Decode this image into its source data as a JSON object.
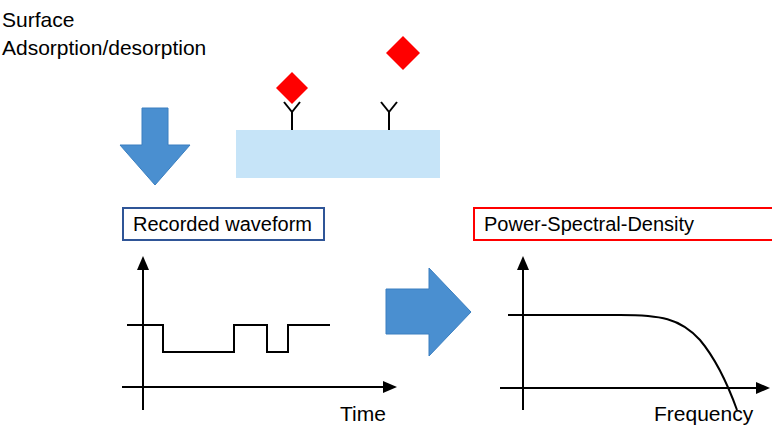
{
  "diagram": {
    "nodes": [
      {
        "text": [
          "Recorded waveform"
        ]
      },
      {
        "text": [
          "Power-Spectral-Density"
        ]
      }
    ],
    "labels": [
      "Surface Adsorption/desorption",
      "Time",
      "Frequency"
    ]
  }
}
